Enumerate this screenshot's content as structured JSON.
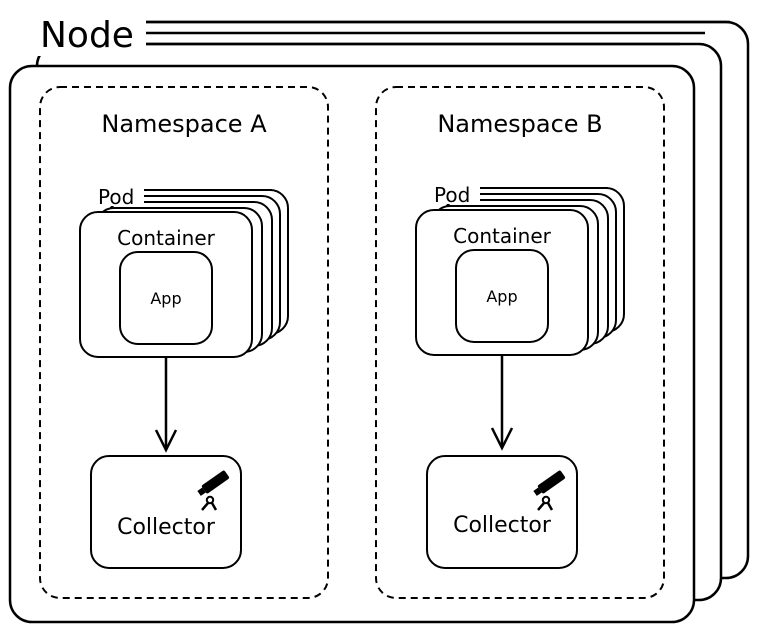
{
  "node": {
    "label": "Node"
  },
  "namespaces": [
    {
      "title": "Namespace A",
      "pod_label": "Pod",
      "container_label": "Container",
      "app_label": "App",
      "collector_label": "Collector",
      "collector_icon": "telescope-icon"
    },
    {
      "title": "Namespace B",
      "pod_label": "Pod",
      "container_label": "Container",
      "app_label": "App",
      "collector_label": "Collector",
      "collector_icon": "telescope-icon"
    }
  ],
  "colors": {
    "stroke": "#000000",
    "background": "#ffffff"
  }
}
